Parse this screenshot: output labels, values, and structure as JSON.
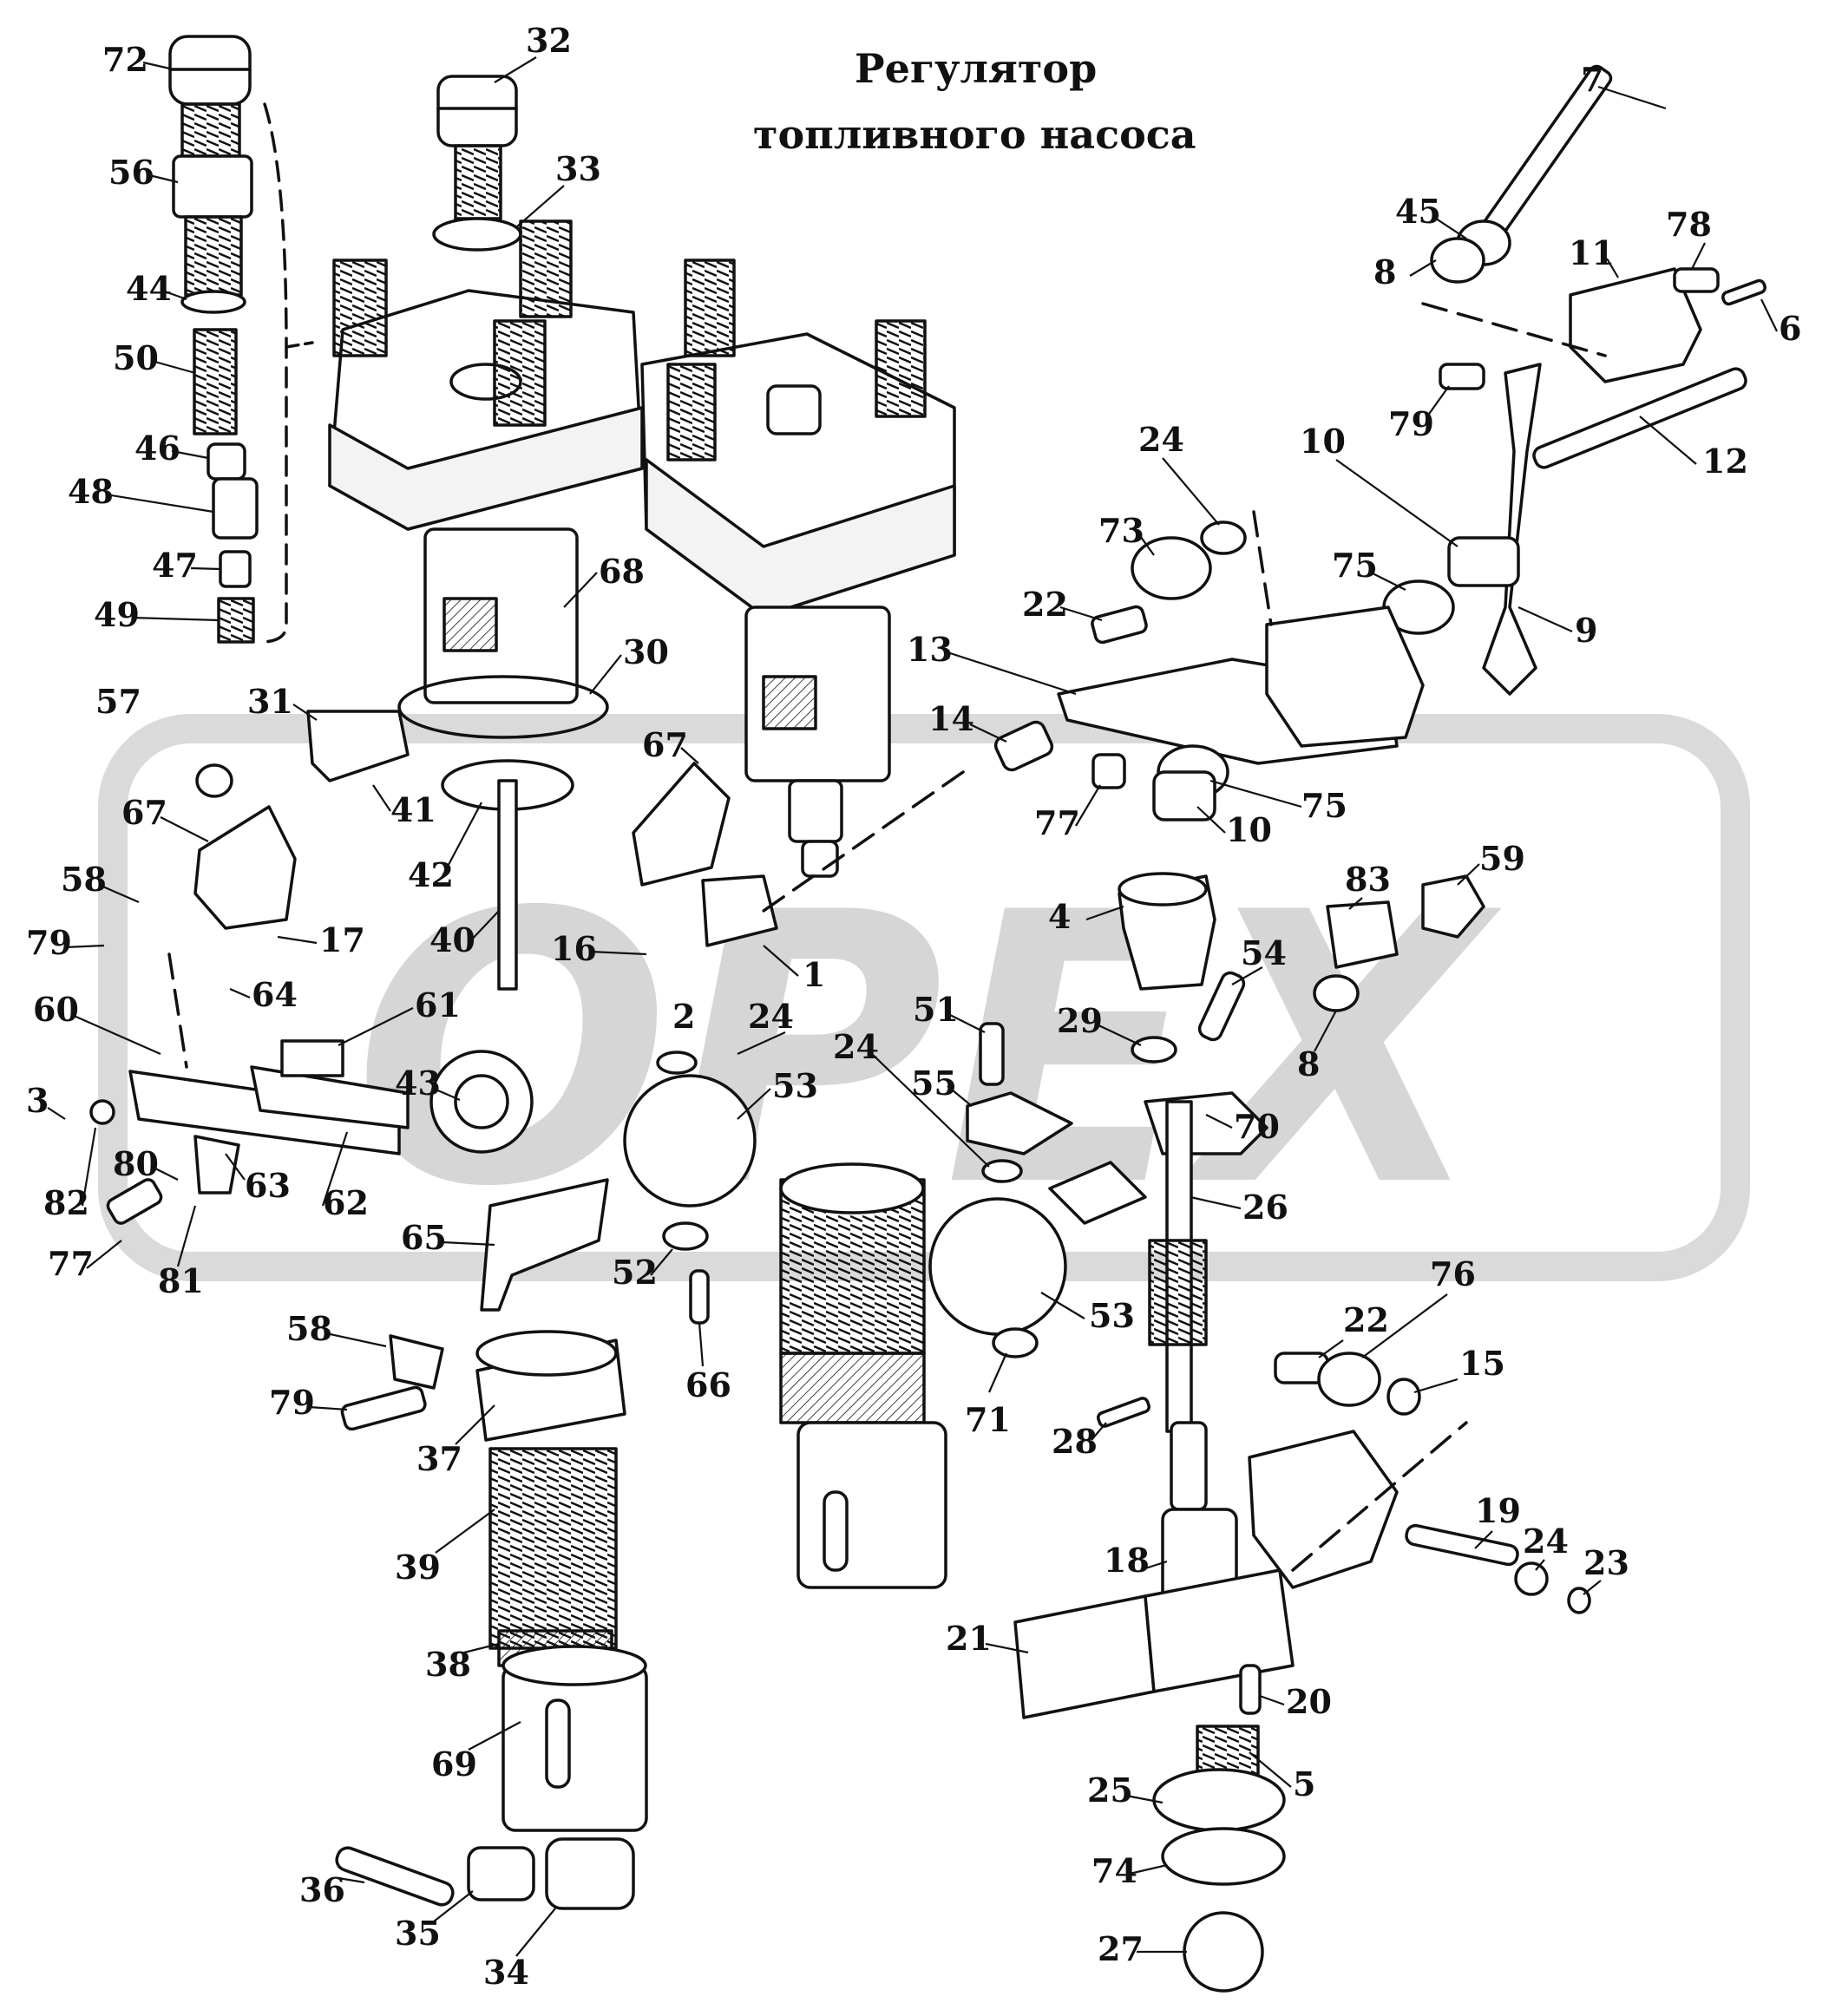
{
  "title": {
    "line1": "Регулятор",
    "line2": "топливного  насоса"
  },
  "watermark": {
    "text": "ОРЕХ",
    "color": "#d2d2d2"
  },
  "colors": {
    "ink": "#111111",
    "paper": "#ffffff",
    "shade": "#bdbdbd"
  },
  "labels": [
    {
      "id": "72",
      "text": "72"
    },
    {
      "id": "32",
      "text": "32"
    },
    {
      "id": "56",
      "text": "56"
    },
    {
      "id": "33",
      "text": "33"
    },
    {
      "id": "44",
      "text": "44"
    },
    {
      "id": "50",
      "text": "50"
    },
    {
      "id": "46",
      "text": "46"
    },
    {
      "id": "48",
      "text": "48"
    },
    {
      "id": "47",
      "text": "47"
    },
    {
      "id": "49",
      "text": "49"
    },
    {
      "id": "68",
      "text": "68"
    },
    {
      "id": "30",
      "text": "30"
    },
    {
      "id": "57",
      "text": "57"
    },
    {
      "id": "31",
      "text": "31"
    },
    {
      "id": "41",
      "text": "41"
    },
    {
      "id": "67a",
      "text": "67"
    },
    {
      "id": "67b",
      "text": "67"
    },
    {
      "id": "42",
      "text": "42"
    },
    {
      "id": "58a",
      "text": "58"
    },
    {
      "id": "79a",
      "text": "79"
    },
    {
      "id": "17",
      "text": "17"
    },
    {
      "id": "40",
      "text": "40"
    },
    {
      "id": "16",
      "text": "16"
    },
    {
      "id": "1",
      "text": "1"
    },
    {
      "id": "64",
      "text": "64"
    },
    {
      "id": "60",
      "text": "60"
    },
    {
      "id": "61",
      "text": "61"
    },
    {
      "id": "2",
      "text": "2"
    },
    {
      "id": "24a",
      "text": "24"
    },
    {
      "id": "43",
      "text": "43"
    },
    {
      "id": "53a",
      "text": "53"
    },
    {
      "id": "3",
      "text": "3"
    },
    {
      "id": "80",
      "text": "80"
    },
    {
      "id": "63",
      "text": "63"
    },
    {
      "id": "82",
      "text": "82"
    },
    {
      "id": "62",
      "text": "62"
    },
    {
      "id": "77a",
      "text": "77"
    },
    {
      "id": "81",
      "text": "81"
    },
    {
      "id": "65",
      "text": "65"
    },
    {
      "id": "52",
      "text": "52"
    },
    {
      "id": "66",
      "text": "66"
    },
    {
      "id": "58b",
      "text": "58"
    },
    {
      "id": "79b",
      "text": "79"
    },
    {
      "id": "37",
      "text": "37"
    },
    {
      "id": "39",
      "text": "39"
    },
    {
      "id": "38",
      "text": "38"
    },
    {
      "id": "69",
      "text": "69"
    },
    {
      "id": "36",
      "text": "36"
    },
    {
      "id": "35",
      "text": "35"
    },
    {
      "id": "34",
      "text": "34"
    },
    {
      "id": "7",
      "text": "7"
    },
    {
      "id": "45",
      "text": "45"
    },
    {
      "id": "78",
      "text": "78"
    },
    {
      "id": "8a",
      "text": "8"
    },
    {
      "id": "11",
      "text": "11"
    },
    {
      "id": "6",
      "text": "6"
    },
    {
      "id": "79c",
      "text": "79"
    },
    {
      "id": "12",
      "text": "12"
    },
    {
      "id": "24b",
      "text": "24"
    },
    {
      "id": "10a",
      "text": "10"
    },
    {
      "id": "73",
      "text": "73"
    },
    {
      "id": "75a",
      "text": "75"
    },
    {
      "id": "22a",
      "text": "22"
    },
    {
      "id": "9",
      "text": "9"
    },
    {
      "id": "13",
      "text": "13"
    },
    {
      "id": "14",
      "text": "14"
    },
    {
      "id": "77b",
      "text": "77"
    },
    {
      "id": "75b",
      "text": "75"
    },
    {
      "id": "10b",
      "text": "10"
    },
    {
      "id": "83",
      "text": "83"
    },
    {
      "id": "59",
      "text": "59"
    },
    {
      "id": "4",
      "text": "4"
    },
    {
      "id": "54",
      "text": "54"
    },
    {
      "id": "51",
      "text": "51"
    },
    {
      "id": "29",
      "text": "29"
    },
    {
      "id": "8b",
      "text": "8"
    },
    {
      "id": "24c",
      "text": "24"
    },
    {
      "id": "55",
      "text": "55"
    },
    {
      "id": "70",
      "text": "70"
    },
    {
      "id": "26",
      "text": "26"
    },
    {
      "id": "53b",
      "text": "53"
    },
    {
      "id": "71",
      "text": "71"
    },
    {
      "id": "76",
      "text": "76"
    },
    {
      "id": "22b",
      "text": "22"
    },
    {
      "id": "15",
      "text": "15"
    },
    {
      "id": "28",
      "text": "28"
    },
    {
      "id": "19",
      "text": "19"
    },
    {
      "id": "24d",
      "text": "24"
    },
    {
      "id": "23",
      "text": "23"
    },
    {
      "id": "18",
      "text": "18"
    },
    {
      "id": "21",
      "text": "21"
    },
    {
      "id": "20",
      "text": "20"
    },
    {
      "id": "5",
      "text": "5"
    },
    {
      "id": "25",
      "text": "25"
    },
    {
      "id": "74",
      "text": "74"
    },
    {
      "id": "27",
      "text": "27"
    }
  ]
}
